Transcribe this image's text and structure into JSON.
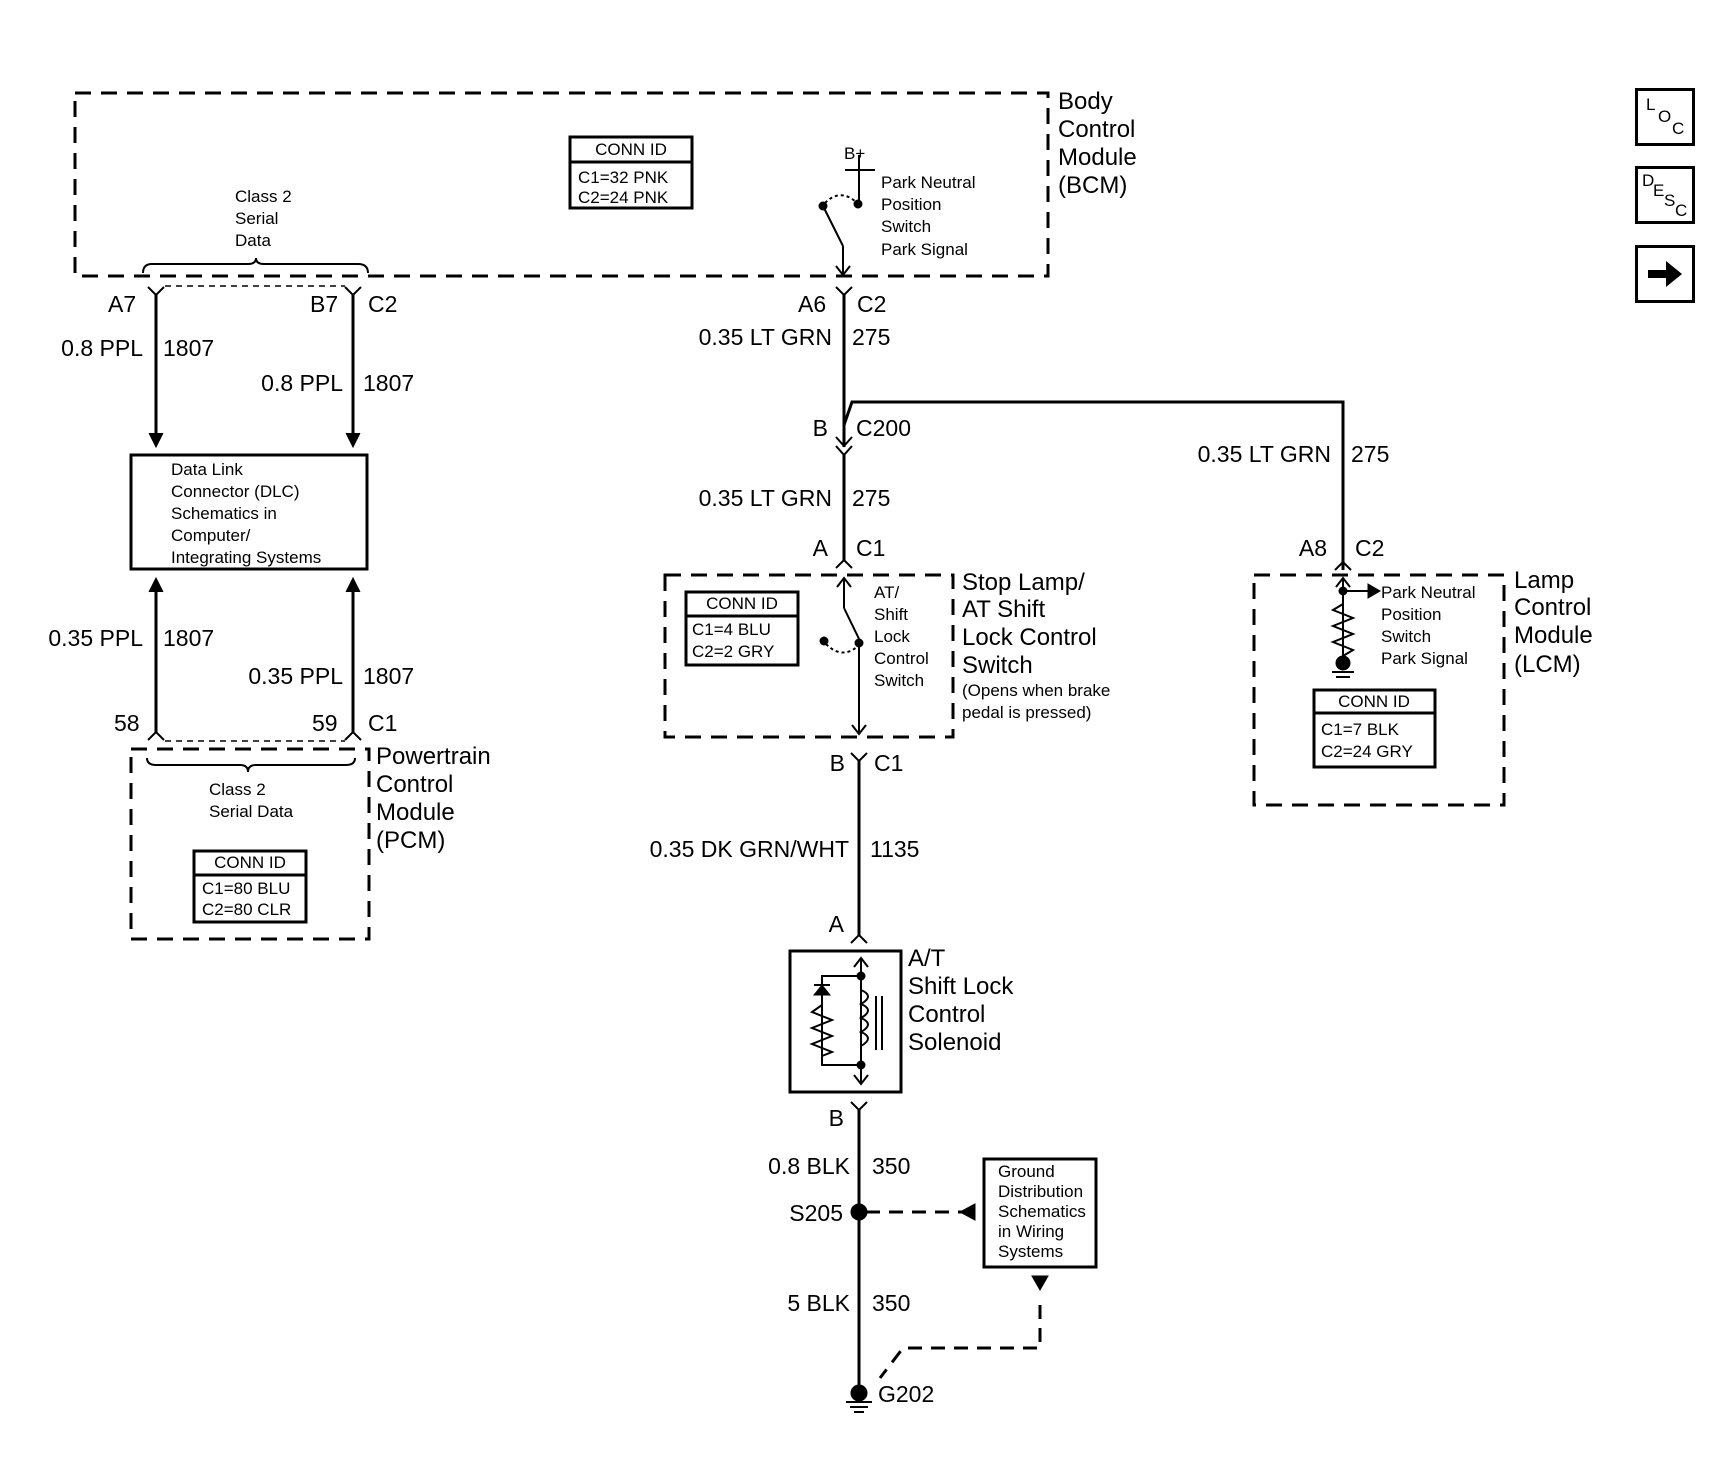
{
  "bcm": {
    "name": [
      "Body",
      "Control",
      "Module",
      "(BCM)"
    ],
    "conn_title": "CONN ID",
    "conn": [
      "C1=32 PNK",
      "C2=24 PNK"
    ],
    "class2": [
      "Class 2",
      "Serial",
      "Data"
    ],
    "bplus": "B+",
    "switch": [
      "Park Neutral",
      "Position",
      "Switch",
      "Park Signal"
    ]
  },
  "bcm_pins": {
    "a7": "A7",
    "b7": "B7",
    "c2_left": "C2",
    "a6": "A6",
    "c2_right": "C2"
  },
  "wires": {
    "w1": {
      "gauge": "0.8 PPL",
      "circuit": "1807"
    },
    "w2": {
      "gauge": "0.8 PPL",
      "circuit": "1807"
    },
    "w3": {
      "gauge": "0.35 PPL",
      "circuit": "1807"
    },
    "w4": {
      "gauge": "0.35 PPL",
      "circuit": "1807"
    },
    "w5": {
      "gauge": "0.35 LT GRN",
      "circuit": "275"
    },
    "w6": {
      "gauge": "0.35 LT GRN",
      "circuit": "275"
    },
    "w7": {
      "gauge": "0.35 LT GRN",
      "circuit": "275"
    },
    "w8": {
      "gauge": "0.35 DK GRN/WHT",
      "circuit": "1135"
    },
    "w9": {
      "gauge": "0.8 BLK",
      "circuit": "350"
    },
    "w10": {
      "gauge": "5 BLK",
      "circuit": "350"
    }
  },
  "dlc": [
    "Data Link",
    "Connector (DLC)",
    "Schematics in",
    "Computer/",
    "Integrating Systems"
  ],
  "pcm": {
    "pin58": "58",
    "pin59": "59",
    "c1": "C1",
    "name": [
      "Powertrain",
      "Control",
      "Module",
      "(PCM)"
    ],
    "class2": [
      "Class 2",
      "Serial Data"
    ],
    "conn_title": "CONN ID",
    "conn": [
      "C1=80 BLU",
      "C2=80 CLR"
    ]
  },
  "c200": {
    "pin": "B",
    "name": "C200"
  },
  "stoplamp": {
    "top_pin": "A",
    "top_conn": "C1",
    "bottom_pin": "B",
    "bottom_conn": "C1",
    "conn_title": "CONN ID",
    "conn": [
      "C1=4 BLU",
      "C2=2 GRY"
    ],
    "switch": [
      "AT/",
      "Shift",
      "Lock",
      "Control",
      "Switch"
    ],
    "name": [
      "Stop Lamp/",
      "AT Shift",
      "Lock Control",
      "Switch"
    ],
    "note": [
      "(Opens when brake",
      "pedal is pressed)"
    ]
  },
  "lcm": {
    "pin": "A8",
    "conn_label": "C2",
    "switch": [
      "Park Neutral",
      "Position",
      "Switch",
      "Park Signal"
    ],
    "name": [
      "Lamp",
      "Control",
      "Module",
      "(LCM)"
    ],
    "conn_title": "CONN ID",
    "conn": [
      "C1=7 BLK",
      "C2=24 GRY"
    ]
  },
  "solenoid": {
    "top_pin": "A",
    "bottom_pin": "B",
    "name": [
      "A/T",
      "Shift Lock",
      "Control",
      "Solenoid"
    ]
  },
  "splice": "S205",
  "ground_dist": [
    "Ground",
    "Distribution",
    "Schematics",
    "in Wiring",
    "Systems"
  ],
  "ground": "G202",
  "nav": {
    "loc": [
      "L",
      "O",
      "C"
    ],
    "desc": [
      "D",
      "E",
      "S",
      "C"
    ],
    "next_icon": "arrow-right-icon"
  }
}
